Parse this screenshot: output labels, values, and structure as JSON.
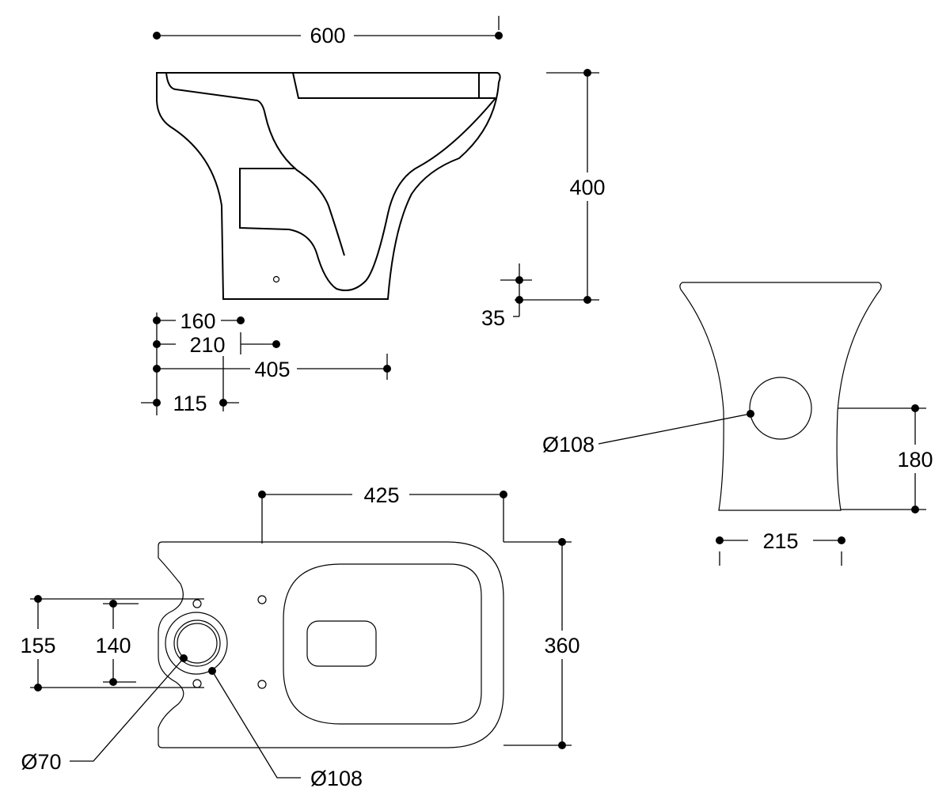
{
  "side_view": {
    "width": "600",
    "height": "400",
    "height_offset": "35",
    "d1": "160",
    "d2": "210",
    "d3": "405",
    "d4": "115"
  },
  "front_view": {
    "outlet_dia": "Ø108",
    "outlet_height": "180",
    "outlet_spacing": "215"
  },
  "plan_view": {
    "width": "425",
    "depth": "360",
    "fix1": "155",
    "fix2": "140",
    "inner_dia": "Ø70",
    "outer_dia": "Ø108"
  },
  "colors": {
    "line": "#000000",
    "background": "#ffffff"
  }
}
